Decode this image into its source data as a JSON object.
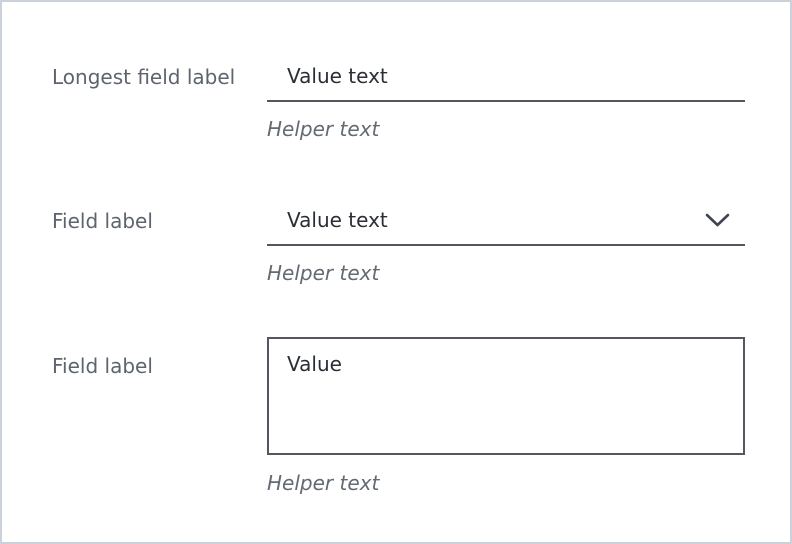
{
  "form": {
    "fields": [
      {
        "type": "text-input",
        "label": "Longest field label",
        "value": "Value text",
        "helper": "Helper text"
      },
      {
        "type": "select",
        "label": "Field label",
        "value": "Value text",
        "helper": "Helper text",
        "icon": "chevron-down-icon"
      },
      {
        "type": "textarea",
        "label": "Field label",
        "value": "Value",
        "helper": "Helper text"
      }
    ]
  },
  "colors": {
    "frame_border": "#ccd2da",
    "label": "#5e646e",
    "value": "#2b2e34",
    "control_border": "#54575e",
    "helper": "#646a73",
    "chevron": "#3f4450"
  }
}
